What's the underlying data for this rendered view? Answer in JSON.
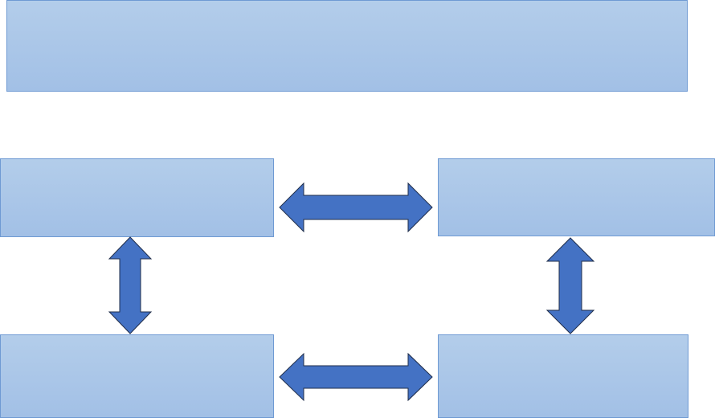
{
  "diagram": {
    "boxes": {
      "top": "",
      "mid_left": "",
      "mid_right": "",
      "bottom_left": "",
      "bottom_right": ""
    },
    "colors": {
      "box_fill_top": "#b3cdea",
      "box_fill_bottom": "#a2c0e6",
      "box_border": "#6f9ad3",
      "arrow_fill": "#4472c4",
      "arrow_stroke": "#1f2d4a"
    },
    "arrows": [
      {
        "from": "mid_left",
        "to": "mid_right",
        "direction": "bidirectional-horizontal"
      },
      {
        "from": "bottom_left",
        "to": "bottom_right",
        "direction": "bidirectional-horizontal"
      },
      {
        "from": "mid_left",
        "to": "bottom_left",
        "direction": "bidirectional-vertical"
      },
      {
        "from": "mid_right",
        "to": "bottom_right",
        "direction": "bidirectional-vertical"
      }
    ]
  }
}
